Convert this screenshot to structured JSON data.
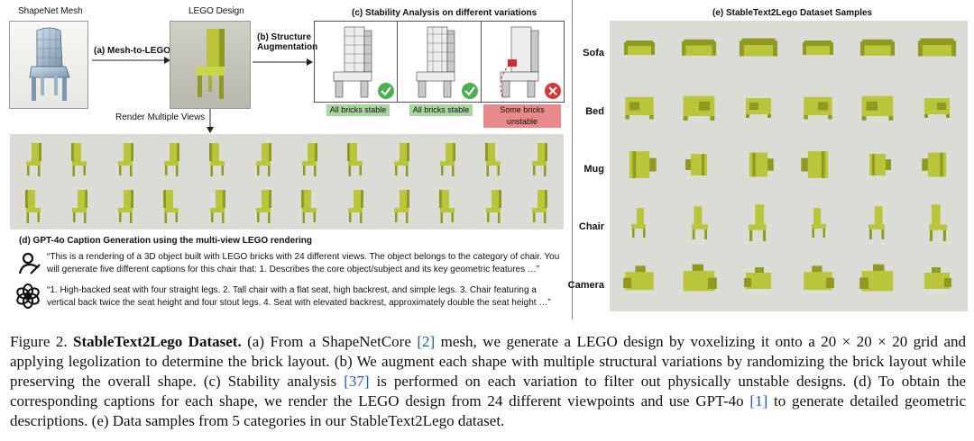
{
  "panel_a": {
    "mesh_title": "ShapeNet Mesh",
    "lego_title": "LEGO Design",
    "arrow_label": "(a) Mesh-to-LEGO",
    "render_label": "Render Multiple Views"
  },
  "panel_b": {
    "label_line1": "(b) Structure",
    "label_line2": "Augmentation"
  },
  "panel_c": {
    "title": "(c) Stability Analysis on different variations",
    "statuses": [
      "All bricks stable",
      "All bricks stable",
      "Some bricks unstable"
    ],
    "colors": {
      "stable": "#a8d5a0",
      "unstable": "#e88a8a",
      "check": "#4caf50",
      "cross": "#d93636"
    }
  },
  "panel_d": {
    "title": "(d) GPT-4o Caption Generation using the multi-view LEGO rendering",
    "prompt_line1": "“This is a rendering of a 3D object built with LEGO bricks with 24 different views. The object belongs to the category of chair. You",
    "prompt_line2": "will generate five different captions for this chair that: 1. Describes the core object/subject and its key geometric features …”",
    "response_line1": "“1. High-backed seat with four straight legs. 2. Tall chair with a flat seat, high backrest, and simple legs. 3. Chair featuring a",
    "response_line2": "vertical back twice the seat height and four stout legs. 4. Seat with elevated backrest, approximately double the seat height …”"
  },
  "panel_e": {
    "title": "(e) StableText2Lego Dataset Samples",
    "categories": [
      "Sofa",
      "Bed",
      "Mug",
      "Chair",
      "Camera"
    ]
  },
  "figure_caption": {
    "prefix": "Figure 2. ",
    "bold": "StableText2Lego Dataset.",
    "t1": " (a) From a ShapeNetCore ",
    "r1": "[2]",
    "t2": " mesh, we generate a LEGO design by voxelizing it onto a 20 × 20 × 20 grid and applying legolization to determine the brick layout. (b) We augment each shape with multiple structural variations by randomizing the brick layout while preserving the overall shape. (c) Stability analysis ",
    "r2": "[37]",
    "t3": " is performed on each variation to filter out physically unstable designs. (d) To obtain the corresponding captions for each shape, we render the LEGO design from 24 different viewpoints and use GPT-4o ",
    "r3": "[1]",
    "t4": " to generate detailed geometric descriptions. (e) Data samples from 5 categories in our StableText2Lego dataset."
  },
  "colors": {
    "lego": "#b9c63a",
    "lego_dark": "#8f9a22",
    "render_bg": "#dcdcd6",
    "link": "#1a57c4"
  }
}
